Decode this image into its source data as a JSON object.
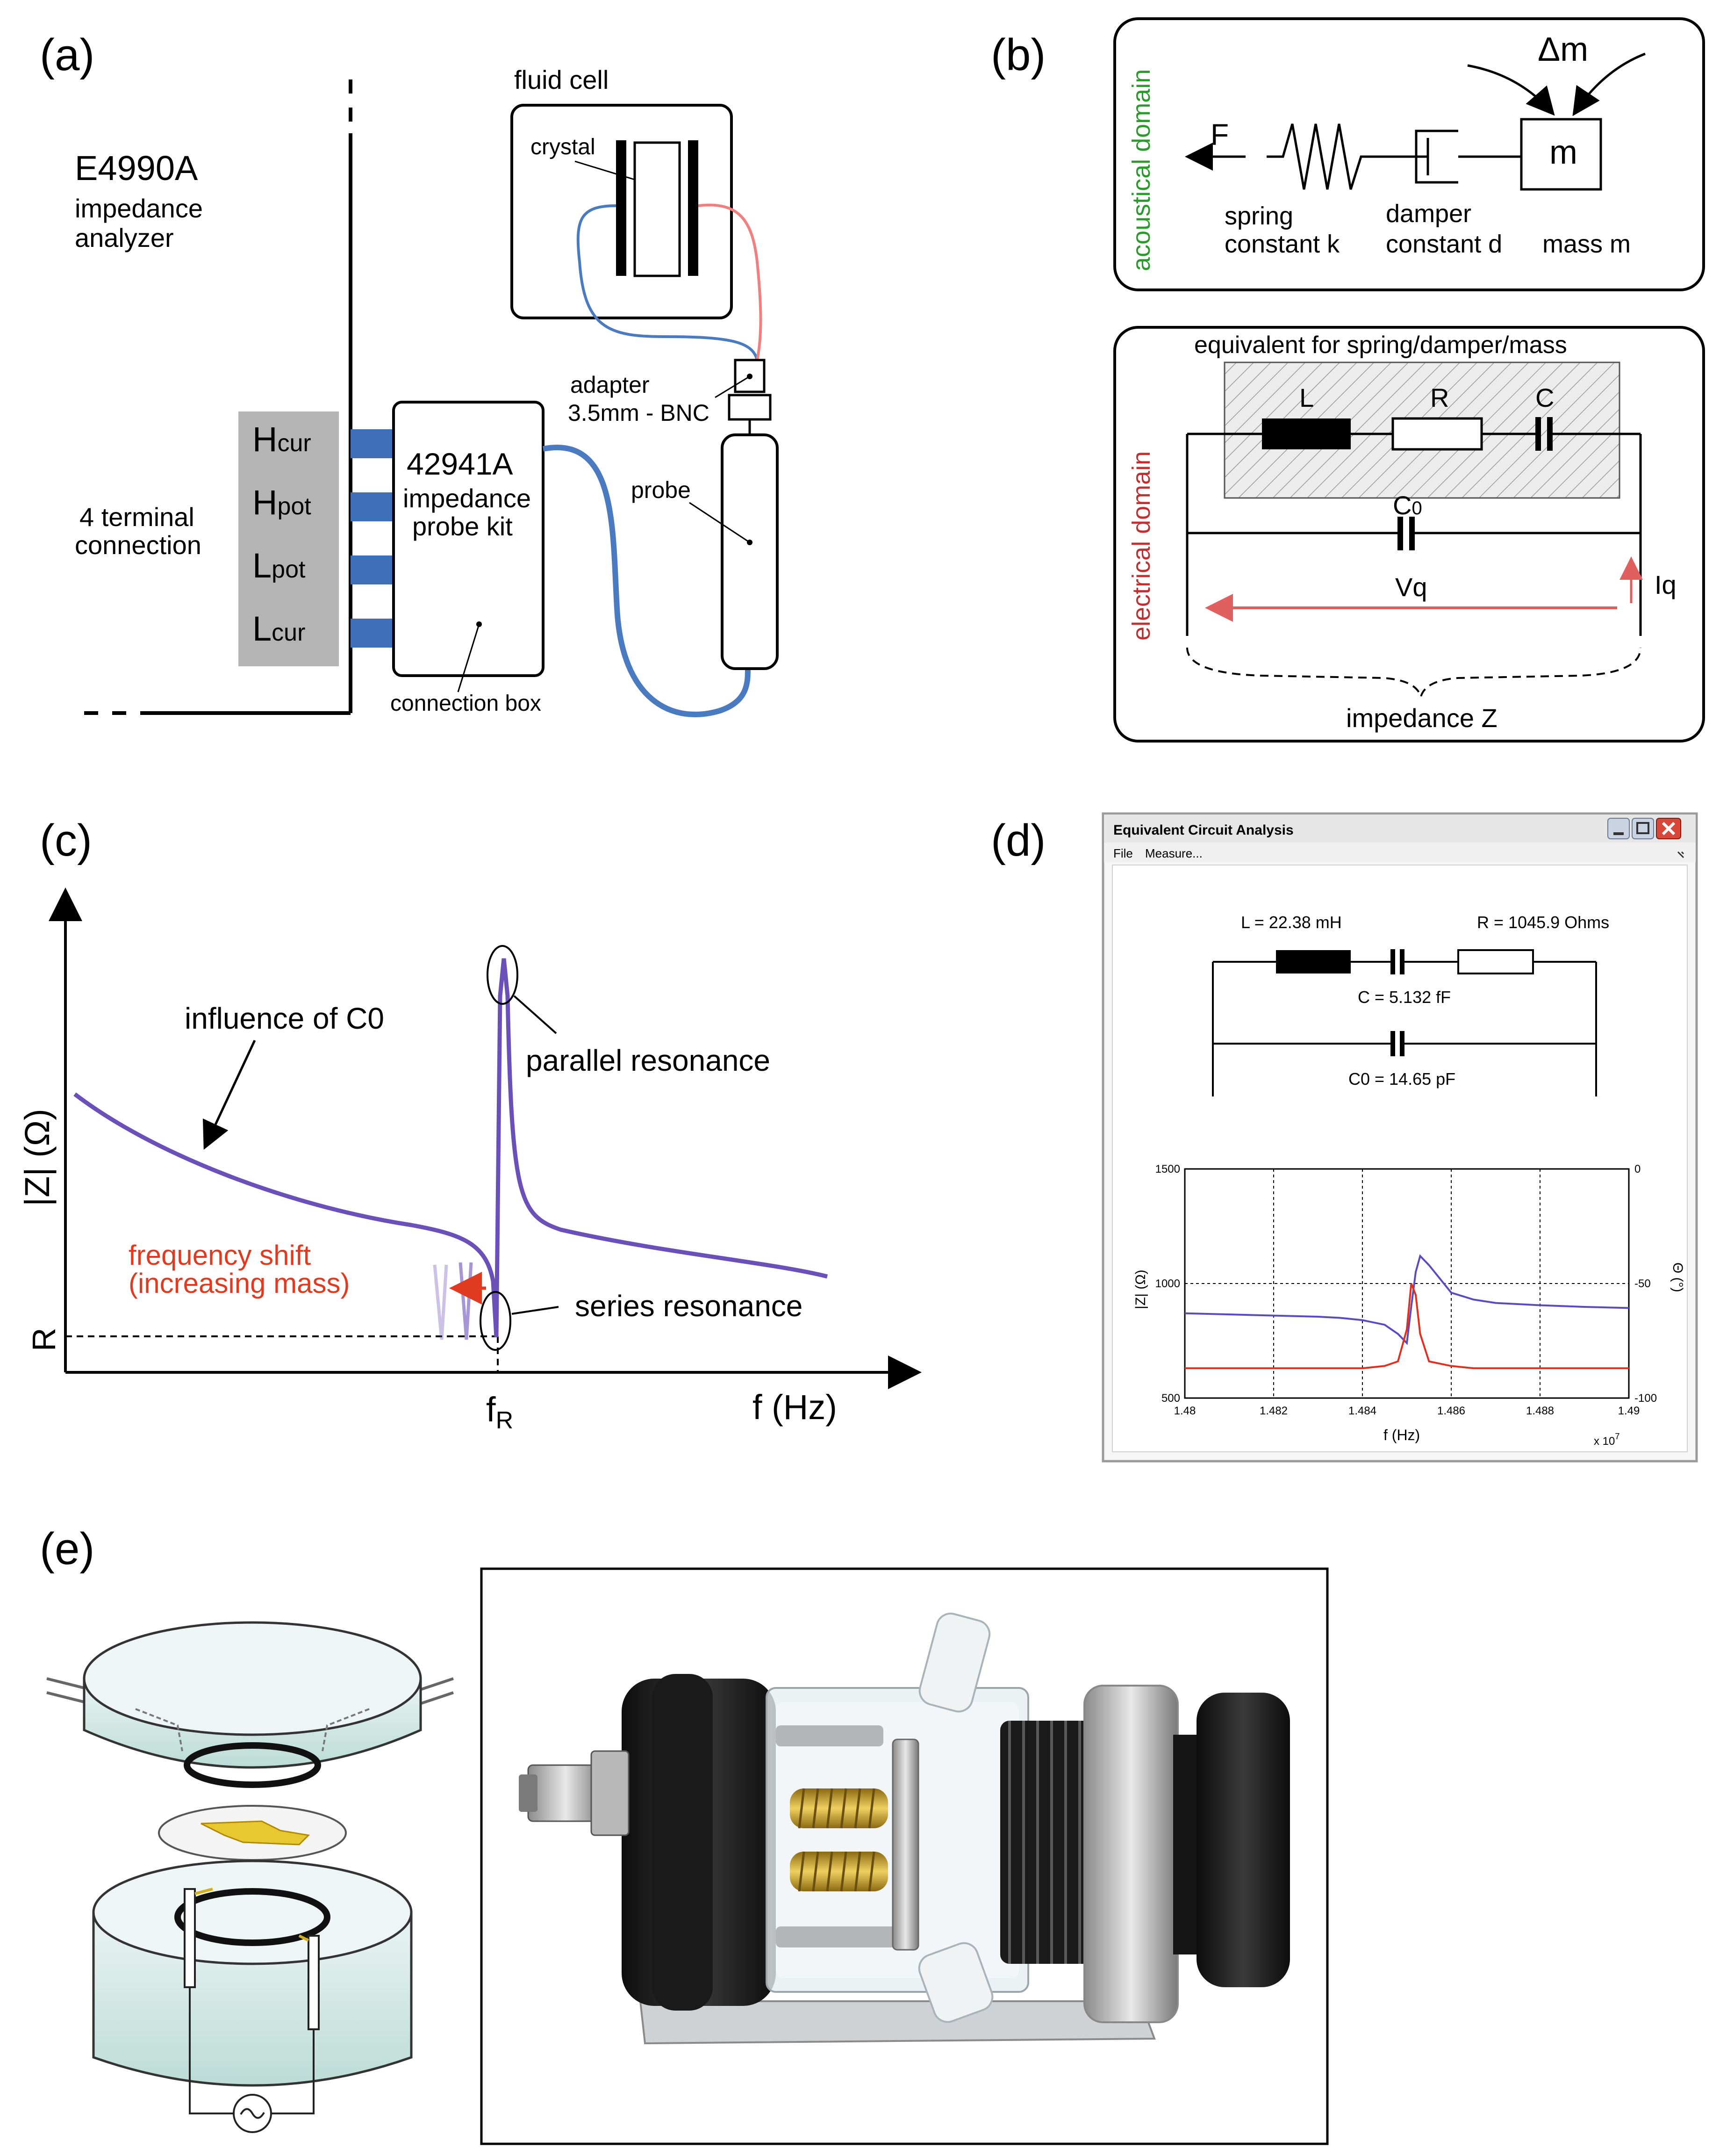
{
  "panel_a": {
    "tag": "(a)",
    "analyzer_name": "E4990A",
    "analyzer_desc1": "impedance",
    "analyzer_desc2": "analyzer",
    "terminal_note1": "4 terminal",
    "terminal_note2": "connection",
    "terminals": [
      {
        "main": "H",
        "sub": "cur"
      },
      {
        "main": "H",
        "sub": "pot"
      },
      {
        "main": "L",
        "sub": "pot"
      },
      {
        "main": "L",
        "sub": "cur"
      }
    ],
    "probe_kit1": "42941A",
    "probe_kit2": "impedance",
    "probe_kit3": "probe kit",
    "connection_box": "connection box",
    "fluid_cell": "fluid cell",
    "crystal": "crystal",
    "adapter1": "adapter",
    "adapter2": "3.5mm - BNC",
    "probe": "probe"
  },
  "panel_b": {
    "tag": "(b)",
    "acoustical_domain": "acoustical domain",
    "force": "F",
    "delta_m": "Δm",
    "mass_symbol": "m",
    "spring1": "spring",
    "spring2": "constant k",
    "damper1": "damper",
    "damper2": "constant d",
    "mass_label": "mass m",
    "equivalent_title": "equivalent for spring/damper/mass",
    "electrical_domain": "electrical domain",
    "L": "L",
    "R": "R",
    "C": "C",
    "C0_main": "C",
    "C0_sub": "0",
    "Vq": "Vq",
    "Iq": "Iq",
    "impedance": "impedance Z"
  },
  "panel_c": {
    "tag": "(c)",
    "ylabel": "|Z| (Ω)",
    "xlabel": "f (Hz)",
    "fr_main": "f",
    "fr_sub": "R",
    "r_label": "R",
    "influence": "influence of C0",
    "parallel": "parallel resonance",
    "series": "series resonance",
    "shift1": "frequency shift",
    "shift2": "(increasing mass)"
  },
  "panel_d": {
    "tag": "(d)",
    "window_title": "Equivalent Circuit Analysis",
    "menu": [
      "File",
      "Measure..."
    ],
    "L_value": "L = 22.38 mH",
    "R_value": "R = 1045.9 Ohms",
    "C_value": "C = 5.132 fF",
    "C0_value": "C0 = 14.65 pF",
    "chart_ylabel": "|Z| (Ω)",
    "chart_y2label": "Θ (°)",
    "chart_xlabel": "f (Hz)",
    "chart_exponent": "x 10",
    "chart_exponent_power": "7"
  },
  "panel_e": {
    "tag": "(e)"
  },
  "colors": {
    "blue_cable": "#4a7bc0",
    "red_cable": "#f08080",
    "curve_purple": "#6a50b8",
    "terminal_block": "#3f6fb8",
    "green": "#2a9a2a",
    "red": "#c03030",
    "gray_box": "#b4b4b4"
  },
  "chart_data": [
    {
      "type": "line",
      "title": "",
      "xlabel": "f (Hz)",
      "ylabel": "|Z| (Ω)",
      "x_range": [
        0,
        1
      ],
      "y_range": [
        0,
        1
      ],
      "grid": false,
      "series": [],
      "notes": "Schematic curve without numeric ticks; shown qualitatively"
    },
    {
      "type": "line",
      "xlabel": "f (Hz)",
      "ylabel": "|Z| (Ω)",
      "y2label": "Θ (°)",
      "x": [
        1.48,
        1.481,
        1.482,
        1.483,
        1.4835,
        1.484,
        1.4845,
        1.4848,
        1.485,
        1.4851,
        1.4852,
        1.4853,
        1.4855,
        1.486,
        1.4865,
        1.487,
        1.488,
        1.489,
        1.49
      ],
      "x_ticks": [
        1.48,
        1.482,
        1.484,
        1.486,
        1.488,
        1.49
      ],
      "xlim": [
        1.48,
        1.49
      ],
      "ylim": [
        500,
        1500
      ],
      "y_ticks": [
        500,
        1000,
        1500
      ],
      "y2lim": [
        -100,
        0
      ],
      "y2_ticks": [
        0,
        -50,
        -100
      ],
      "grid": true,
      "series": [
        {
          "axis": "left",
          "color": "#5a4cc0",
          "values": [
            870,
            865,
            860,
            855,
            850,
            840,
            820,
            780,
            740,
            900,
            1050,
            1120,
            1080,
            960,
            930,
            915,
            905,
            898,
            893
          ]
        },
        {
          "axis": "right",
          "color": "#e03020",
          "values": [
            -87,
            -87,
            -87,
            -87,
            -87,
            -87,
            -86,
            -84,
            -70,
            -50,
            -55,
            -72,
            -84,
            -86,
            -87,
            -87,
            -87,
            -87,
            -87
          ]
        }
      ]
    }
  ]
}
